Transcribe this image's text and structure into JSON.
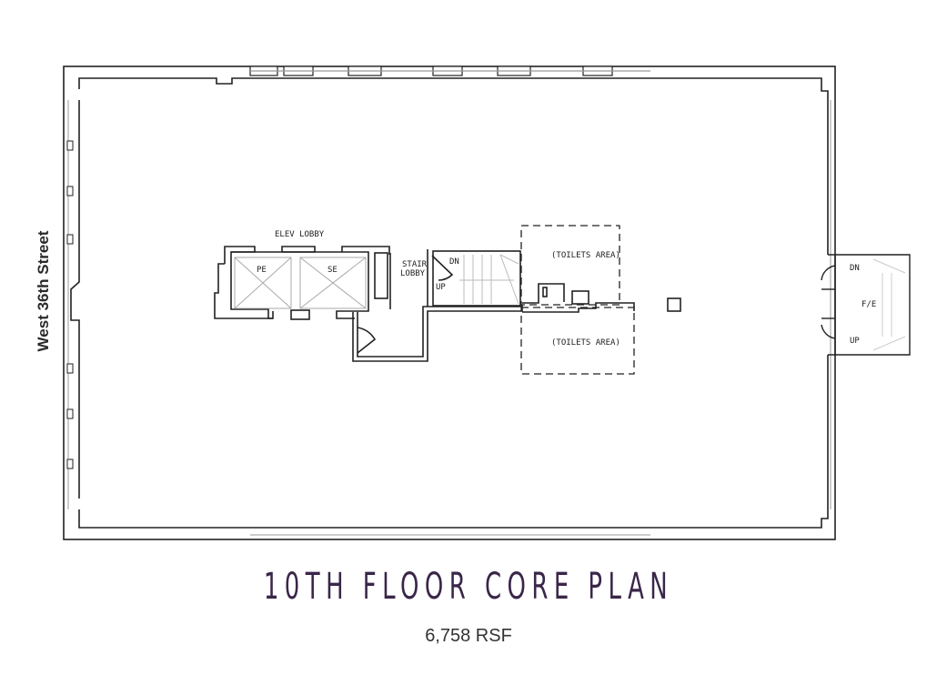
{
  "street": "West 36th Street",
  "labels": {
    "elev_lobby": "ELEV LOBBY",
    "pe": "PE",
    "se": "SE",
    "stair_lobby_1": "STAIR",
    "stair_lobby_2": "LOBBY",
    "stair_dn": "DN",
    "stair_up": "UP",
    "toilets_upper": "(TOILETS AREA)",
    "toilets_lower": "(TOILETS AREA)",
    "fe_dn": "DN",
    "fe": "F/E",
    "fe_up": "UP"
  },
  "title": "10TH FLOOR CORE PLAN",
  "area": "6,758 RSF",
  "colors": {
    "title": "#3a2649",
    "wall": "#222222"
  }
}
